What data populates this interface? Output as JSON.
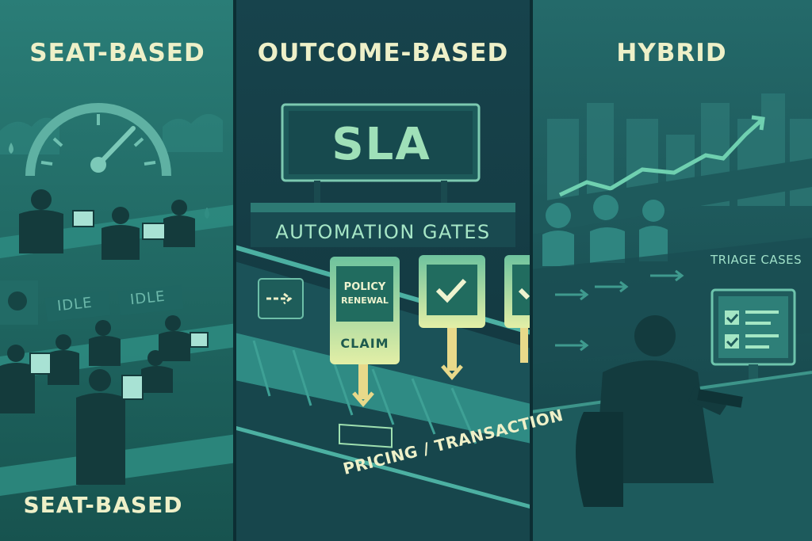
{
  "panels": [
    {
      "title": "SEAT-BASED",
      "bottom_label": "SEAT-BASED",
      "idle_signs": [
        "IDLE",
        "IDLE"
      ]
    },
    {
      "title": "OUTCOME-BASED",
      "sign": "SLA",
      "subtitle": "AUTOMATION GATES",
      "card_lines": [
        "POLICY",
        "RENEWAL",
        "CLAIM"
      ],
      "belt_label": "PRICING / TRANSACTION"
    },
    {
      "title": "HYBRID",
      "tag": "TRIAGE CASES"
    }
  ],
  "colors": {
    "panel_1_bg": "#1f6f6b",
    "panel_2_bg": "#143f4a",
    "panel_3_bg": "#1c5a5e",
    "title_text": "#eef0c8",
    "accent_green": "#9fe0b8",
    "gate_card": "#cfe6a4",
    "arrow_yellow": "#e8d98a"
  },
  "icons": [
    "gauge-icon",
    "check-icon",
    "arrow-right-icon",
    "trend-arrow-icon",
    "monitor-icon",
    "down-arrow-icon"
  ]
}
